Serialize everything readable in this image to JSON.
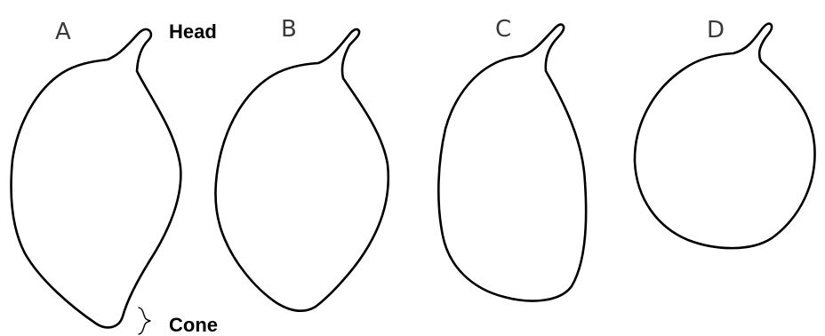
{
  "figure": {
    "panels": [
      {
        "id": "A",
        "letter": "A"
      },
      {
        "id": "B",
        "letter": "B"
      },
      {
        "id": "C",
        "letter": "C"
      },
      {
        "id": "D",
        "letter": "D"
      }
    ],
    "annotations": {
      "head_label": "Head",
      "cone_label": "Cone"
    }
  }
}
